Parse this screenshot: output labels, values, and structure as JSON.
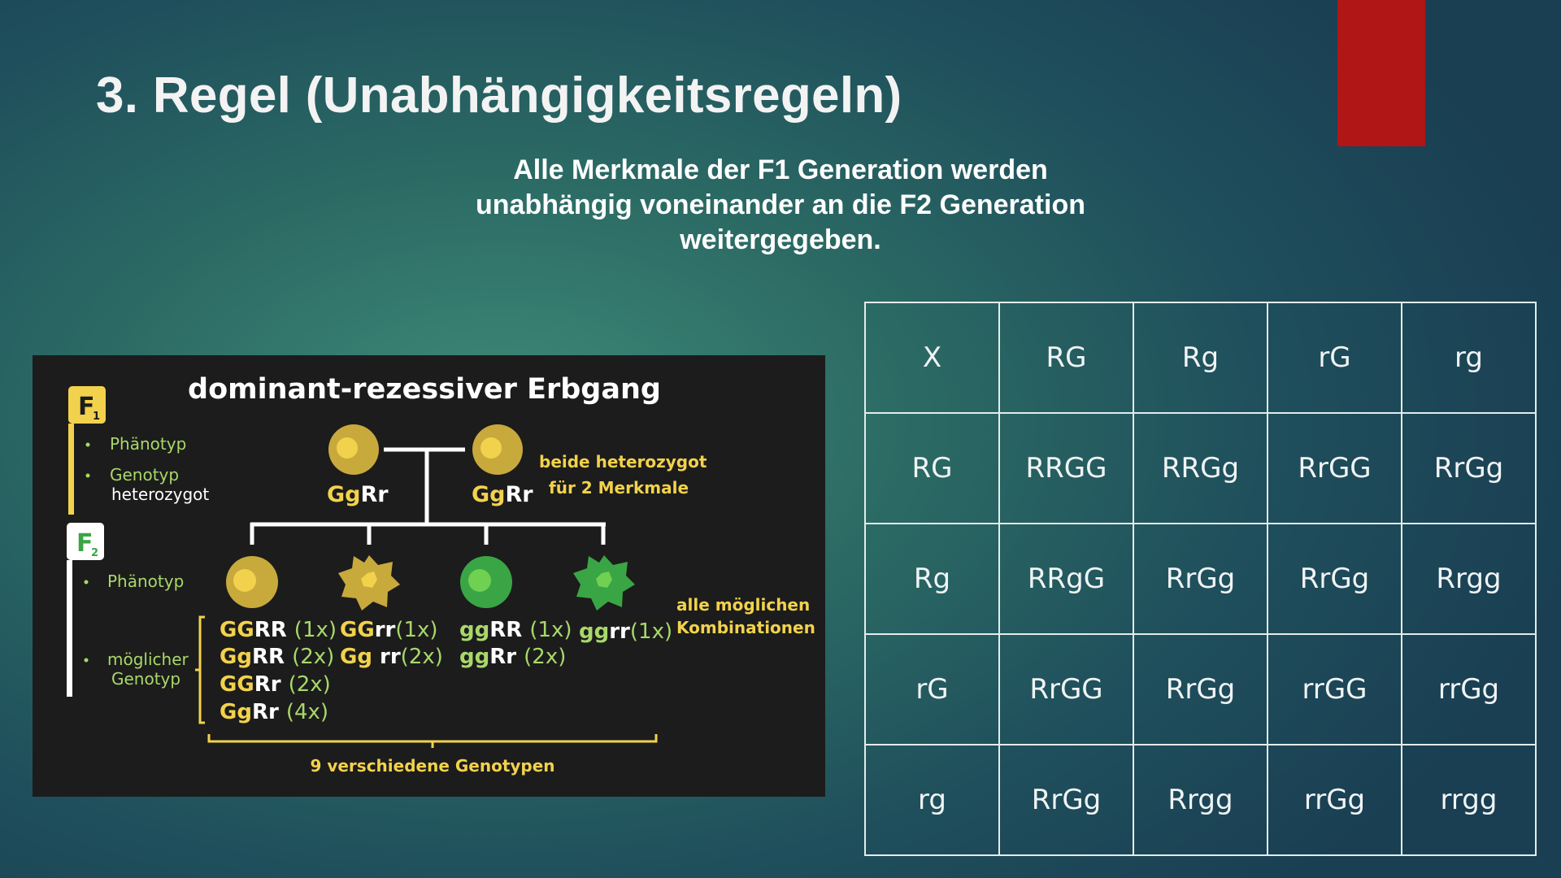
{
  "slide": {
    "title": "3. Regel (Unabhängigkeitsregeln)",
    "subtitle_lines": [
      "Alle Merkmale der F1 Generation werden",
      "unabhängig voneinander an die F2 Generation",
      "weitergegeben."
    ]
  },
  "colors": {
    "accent_red": "#b01616",
    "diagram_bg": "#1c1c1c",
    "yellow": "#f2d24c",
    "light_green": "#a8d86a",
    "pea_yellow": "#c8a93c",
    "pea_green": "#3aa544"
  },
  "diagram": {
    "title": "dominant-rezessiver Erbgang",
    "f1": {
      "badge_letter": "F",
      "badge_sub": "1",
      "bullets": [
        "Phänotyp",
        "Genotyp",
        "heterozygot"
      ],
      "parent_labels": [
        {
          "g": "Gg",
          "r": "Rr"
        },
        {
          "g": "Gg",
          "r": "Rr"
        }
      ],
      "note": [
        "beide heterozygot",
        "für 2 Merkmale"
      ]
    },
    "f2": {
      "badge_letter": "F",
      "badge_sub": "2",
      "bullets": [
        "Phänotyp",
        "möglicher",
        "Genotyp"
      ],
      "offspring_icons": [
        "round-yellow-pea-icon",
        "wrinkled-yellow-pea-icon",
        "round-green-pea-icon",
        "wrinkled-green-pea-icon"
      ],
      "groups": [
        [
          {
            "g": "GG",
            "r": "RR",
            "count": "(1x)"
          },
          {
            "g": "Gg",
            "r": "RR",
            "count": "(2x)"
          },
          {
            "g": "GG",
            "r": "Rr",
            "count": "(2x)"
          },
          {
            "g": "Gg",
            "r": "Rr",
            "count": "(4x)"
          }
        ],
        [
          {
            "g": "GG",
            "r": "rr",
            "count": "(1x)"
          },
          {
            "g": "Gg",
            "r": "rr",
            "count": "(2x)"
          }
        ],
        [
          {
            "g": "gg",
            "r": "RR",
            "count": "(1x)"
          },
          {
            "g": "gg",
            "r": "Rr",
            "count": "(2x)"
          }
        ],
        [
          {
            "g": "gg",
            "r": "rr",
            "count": "(1x)"
          }
        ]
      ],
      "note": [
        "alle möglichen",
        "Kombinationen"
      ],
      "footer": "9  verschiedene Genotypen"
    }
  },
  "punnett": {
    "rows": [
      [
        "X",
        "RG",
        "Rg",
        "rG",
        "rg"
      ],
      [
        "RG",
        "RRGG",
        "RRGg",
        "RrGG",
        "RrGg"
      ],
      [
        "Rg",
        "RRgG",
        "RrGg",
        "RrGg",
        "Rrgg"
      ],
      [
        "rG",
        "RrGG",
        "RrGg",
        "rrGG",
        "rrGg"
      ],
      [
        "rg",
        "RrGg",
        "Rrgg",
        "rrGg",
        "rrgg"
      ]
    ]
  }
}
